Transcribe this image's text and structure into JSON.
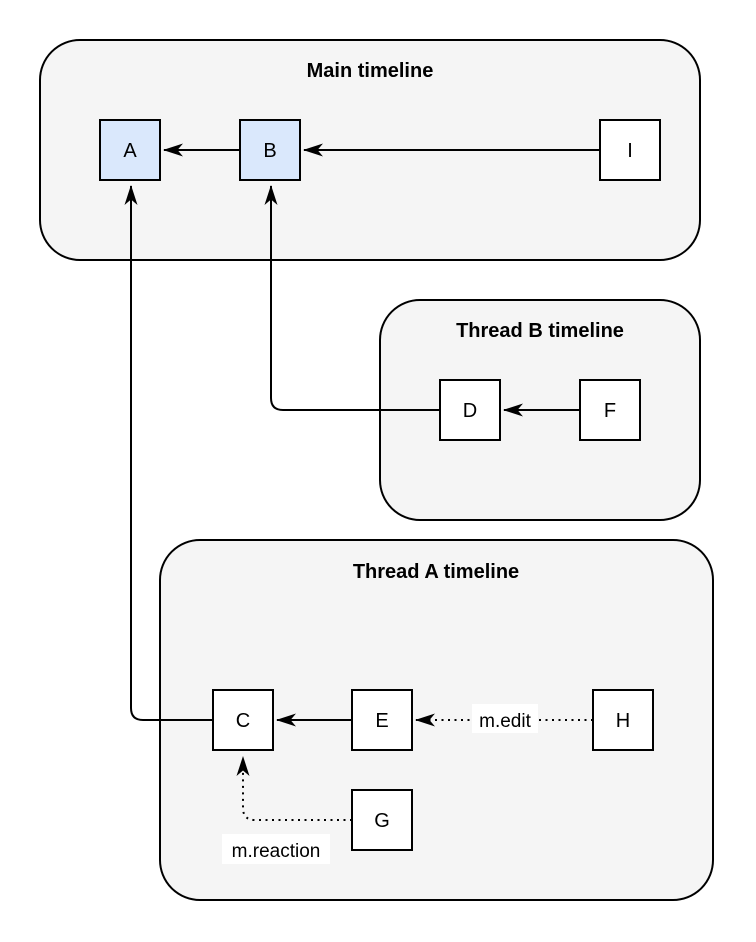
{
  "diagram": {
    "type": "event-graph-diagram",
    "containers": [
      {
        "title": "Main timeline"
      },
      {
        "title": "Thread B timeline"
      },
      {
        "title": "Thread A timeline"
      }
    ],
    "nodes": [
      {
        "label": "A",
        "highlighted": true
      },
      {
        "label": "B",
        "highlighted": true
      },
      {
        "label": "I",
        "highlighted": false
      },
      {
        "label": "D",
        "highlighted": false
      },
      {
        "label": "F",
        "highlighted": false
      },
      {
        "label": "C",
        "highlighted": false
      },
      {
        "label": "E",
        "highlighted": false
      },
      {
        "label": "H",
        "highlighted": false
      },
      {
        "label": "G",
        "highlighted": false
      }
    ],
    "edge_labels": [
      {
        "text": "m.edit"
      },
      {
        "text": "m.reaction"
      }
    ],
    "colors": {
      "container_fill": "#f5f5f5",
      "container_stroke": "#000000",
      "node_fill": "#ffffff",
      "highlight_node_fill": "#dae8fc",
      "edge_color": "#000000",
      "label_bg": "#ffffff",
      "text_color": "#000000"
    }
  }
}
